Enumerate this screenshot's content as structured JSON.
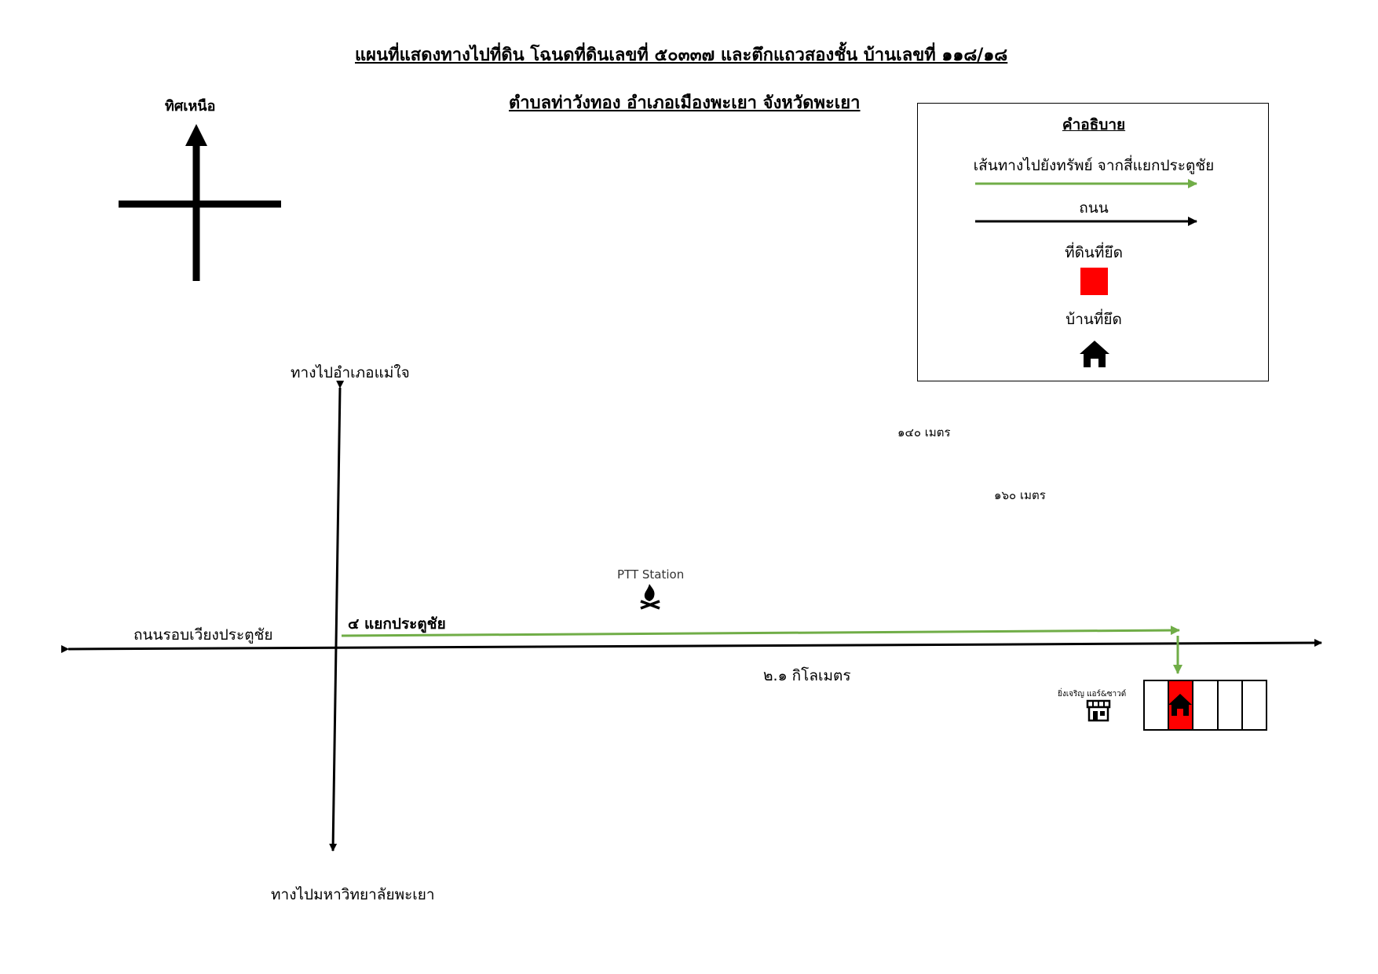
{
  "title": {
    "line1": "แผนที่แสดงทางไปที่ดิน โฉนดที่ดินเลขที่ ๕๐๓๓๗ และตึกแถวสองชั้น บ้านเลขที่ ๑๑๘/๑๘",
    "line2": "ตำบลท่าวังทอง อำเภอเมืองพะเยา จังหวัดพะเยา"
  },
  "compass": {
    "label": "ทิศเหนือ"
  },
  "legend": {
    "heading": "คำอธิบาย",
    "route_label": "เส้นทางไปยังทรัพย์ จากสี่แยกประตูชัย",
    "road_label": "ถนน",
    "land_label": "ที่ดินที่ยึด",
    "house_label": "บ้านที่ยึด"
  },
  "map": {
    "north_road": "ทางไปอำเภอแม่ใจ",
    "south_road": "ทางไปมหาวิทยาลัยพะเยา",
    "west_road": "ถนนรอบเวียงประตูชัย",
    "intersection": "๔ แยกประตูชัย",
    "gas_station": "PTT Station",
    "distance_main": "๒.๑ กิโลเมตร",
    "distance_140": "๑๔๐ เมตร",
    "distance_160": "๑๖๐ เมตร",
    "shop": "ยิ่งเจริญ แอร์&ซาวด์"
  },
  "colors": {
    "route": "#70ad47",
    "road": "#000000",
    "land": "#ff0000"
  },
  "icons": {
    "gas_station": "campfire-icon",
    "shop": "storefront-icon",
    "house": "house-icon"
  }
}
